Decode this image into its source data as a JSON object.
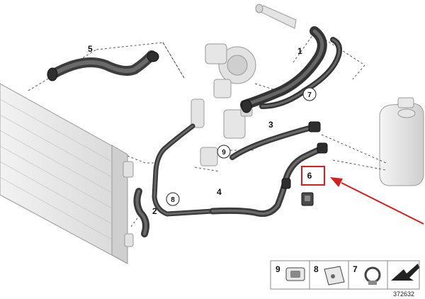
{
  "diagram": {
    "part_labels": {
      "p1": "1",
      "p2": "2",
      "p3": "3",
      "p4": "4",
      "p5": "5"
    },
    "circled_labels": {
      "c7": "7",
      "c8": "8",
      "c9": "9"
    },
    "highlighted_label": "6",
    "legend_items": [
      {
        "label": "9"
      },
      {
        "label": "8"
      },
      {
        "label": "7"
      }
    ],
    "drawing_number": "372632",
    "colors": {
      "highlight_box": "#d42020",
      "arrow": "#d42020",
      "hose": "#4a4a4a",
      "component": "#dedede"
    }
  }
}
